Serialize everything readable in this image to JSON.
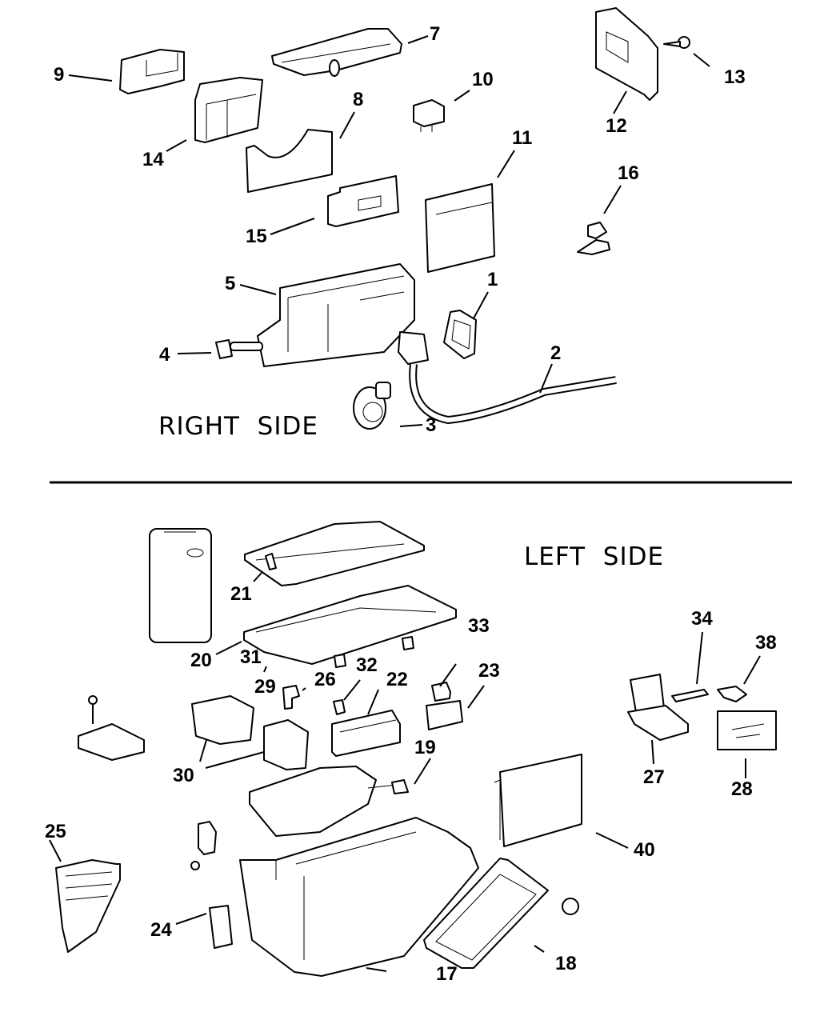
{
  "diagram": {
    "type": "exploded-parts-diagram",
    "sections": [
      {
        "id": "right",
        "label": "RIGHT  SIDE"
      },
      {
        "id": "left",
        "label": "LEFT  SIDE"
      }
    ],
    "callouts": {
      "c1": "1",
      "c2": "2",
      "c3": "3",
      "c4": "4",
      "c5": "5",
      "c7": "7",
      "c8": "8",
      "c9": "9",
      "c10": "10",
      "c11": "11",
      "c12": "12",
      "c13": "13",
      "c14": "14",
      "c15": "15",
      "c16": "16",
      "c17": "17",
      "c18": "18",
      "c19": "19",
      "c20": "20",
      "c21": "21",
      "c22": "22",
      "c23": "23",
      "c24": "24",
      "c25": "25",
      "c26": "26",
      "c27": "27",
      "c28": "28",
      "c29": "29",
      "c30": "30",
      "c31": "31",
      "c32": "32",
      "c33": "33",
      "c34": "34",
      "c38": "38",
      "c40": "40"
    },
    "colors": {
      "ink": "#000000",
      "paper": "#ffffff"
    }
  }
}
